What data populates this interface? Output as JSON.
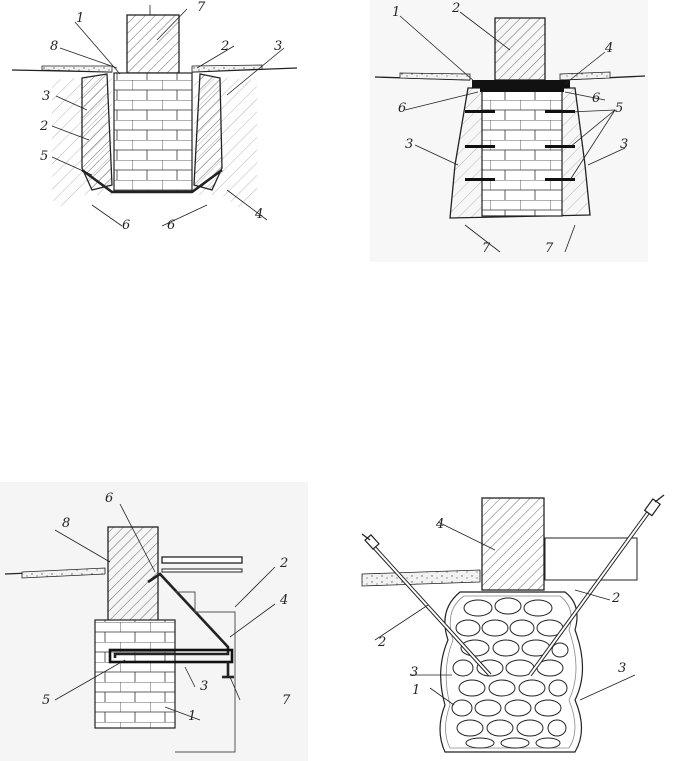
{
  "figure_1": {
    "labels": [
      "1",
      "2",
      "3",
      "4",
      "5",
      "6",
      "6",
      "7",
      "8",
      "2",
      "3"
    ]
  },
  "figure_2": {
    "labels": [
      "1",
      "2",
      "3",
      "3",
      "4",
      "5",
      "6",
      "6",
      "7",
      "7"
    ]
  },
  "figure_3": {
    "labels": [
      "1",
      "2",
      "3",
      "4",
      "5",
      "6",
      "7",
      "8"
    ]
  },
  "figure_4": {
    "labels": [
      "1",
      "2",
      "2",
      "3",
      "3",
      "4"
    ]
  }
}
